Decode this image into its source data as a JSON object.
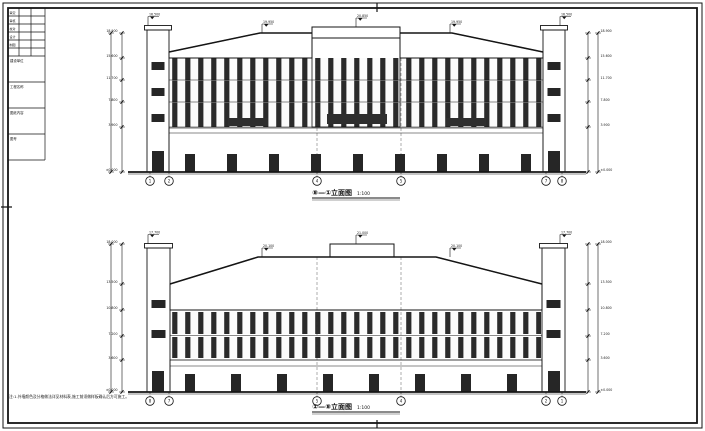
{
  "frame": {
    "bg": "#ffffff",
    "ink": "#151515"
  },
  "title_block": {
    "small_rows": [
      "审定",
      "审核",
      "校对",
      "设计",
      "制图"
    ],
    "sections": [
      "建设单位",
      "工程名称",
      "图纸内容",
      "图号"
    ]
  },
  "top": {
    "title": "⑧—①立面图",
    "scale": "1:100",
    "flags": [
      "16.500",
      "19.950",
      "20.850",
      "19.950",
      "16.500"
    ],
    "levels": [
      "18.900",
      "15.600",
      "11.700",
      "7.800",
      "3.900",
      "±0.000"
    ],
    "axes": [
      "1",
      "2",
      "4",
      "5",
      "7",
      "8"
    ]
  },
  "bottom": {
    "title": "①—⑧立面图",
    "scale": "1:100",
    "flags": [
      "17.700",
      "20.100",
      "21.000",
      "20.100",
      "17.700"
    ],
    "levels": [
      "18.000",
      "13.500",
      "10.800",
      "7.200",
      "3.600",
      "±0.000"
    ],
    "axes": [
      "8",
      "7",
      "5",
      "4",
      "2",
      "1"
    ]
  },
  "note": {
    "text": "注:1.外墙颜色及分格做法详见材料表,施工前须做样板确认后方可施工。",
    "color": "#c41111"
  }
}
